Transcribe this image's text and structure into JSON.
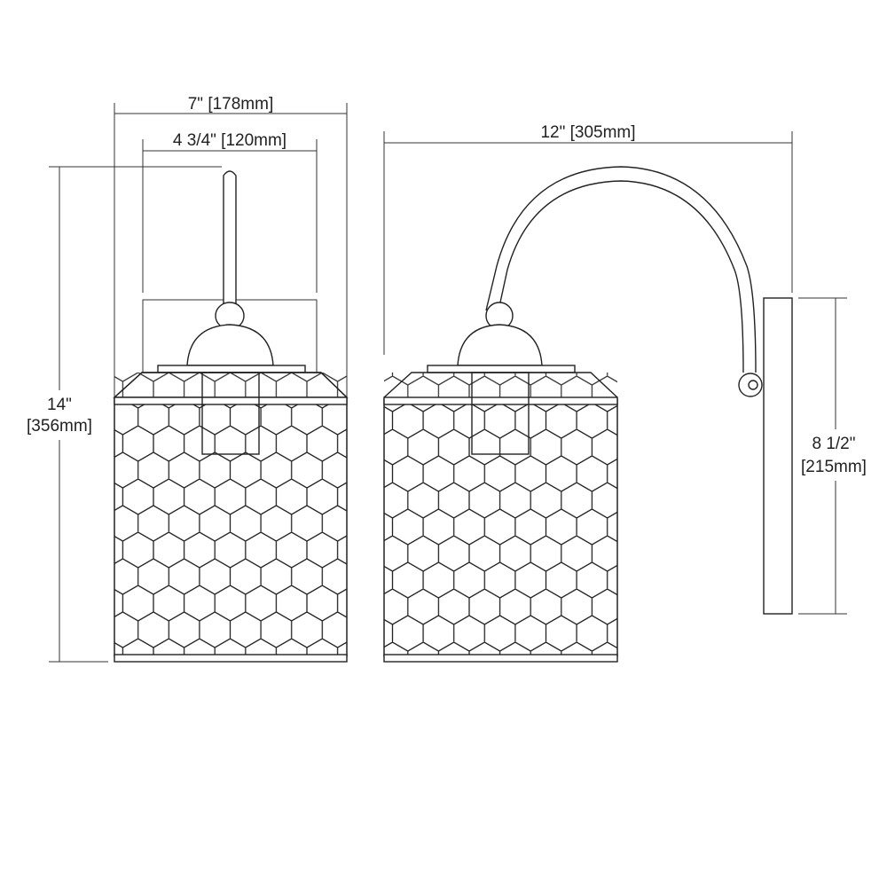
{
  "dimensions": {
    "overall_width": "7\" [178mm]",
    "backplate_width": "4 3/4\" [120mm]",
    "extension": "12\" [305mm]",
    "height_in": "14\"",
    "height_mm": "[356mm]",
    "backplate_height_in": "8 1/2\"",
    "backplate_height_mm": "[215mm]"
  }
}
